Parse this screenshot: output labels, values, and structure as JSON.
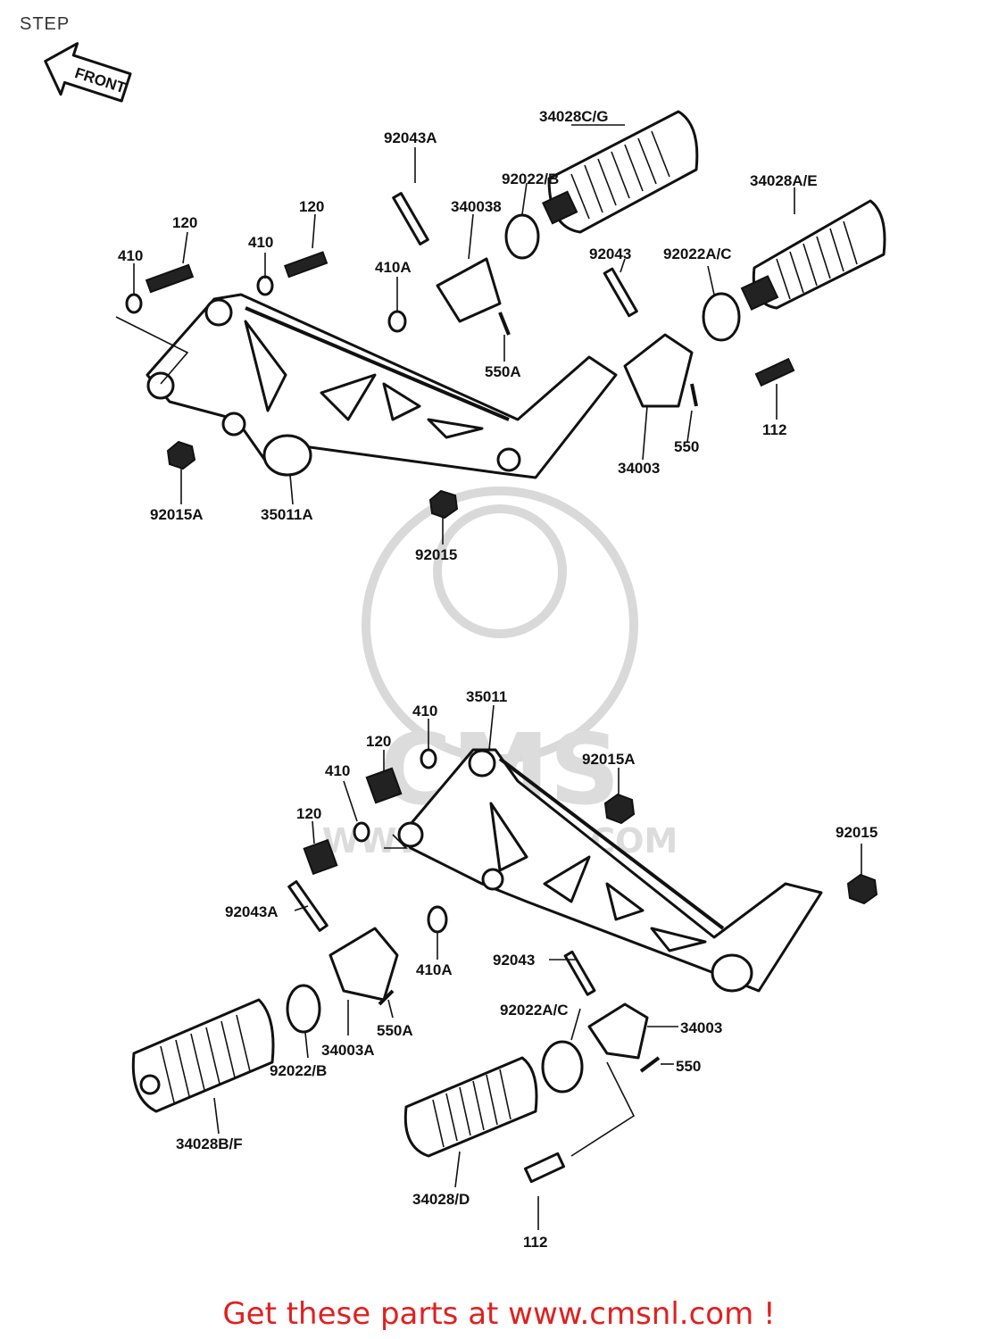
{
  "title": "STEP",
  "arrow_label": "FRONT",
  "watermark": {
    "brand": "CMS",
    "url": "WWW.CMSNL.COM"
  },
  "footer": "Get these parts at www.cmsnl.com !",
  "labels": {
    "u_92043A": "92043A",
    "u_34028CG": "34028C/G",
    "u_92022B": "92022/B",
    "u_340038": "340038",
    "u_34028AE": "34028A/E",
    "u_120a": "120",
    "u_120b": "120",
    "u_410a": "410",
    "u_410b": "410",
    "u_410A": "410A",
    "u_92043": "92043",
    "u_92022AC": "92022A/C",
    "u_550A": "550A",
    "u_112": "112",
    "u_550": "550",
    "u_34003": "34003",
    "u_92015A": "92015A",
    "u_35011A": "35011A",
    "u_92015": "92015",
    "l_35011": "35011",
    "l_410a": "410",
    "l_120a": "120",
    "l_410b": "410",
    "l_120b": "120",
    "l_92015A": "92015A",
    "l_92015": "92015",
    "l_92043A": "92043A",
    "l_410A": "410A",
    "l_92043": "92043",
    "l_550A": "550A",
    "l_92022AC": "92022A/C",
    "l_34003": "34003",
    "l_34003A": "34003A",
    "l_550": "550",
    "l_92022B": "92022/B",
    "l_34028BF": "34028B/F",
    "l_34028D": "34028/D",
    "l_112": "112"
  }
}
